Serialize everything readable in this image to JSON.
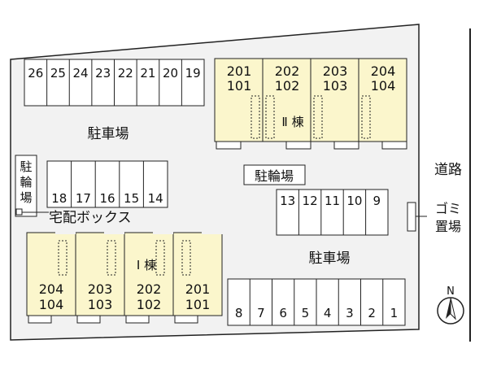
{
  "colors": {
    "lot": "#f2f2f2",
    "building": "#fbf6cc",
    "outline": "#222222",
    "white": "#ffffff"
  },
  "parking_north": [
    "26",
    "25",
    "24",
    "23",
    "22",
    "21",
    "20",
    "19"
  ],
  "parking_mid": [
    "18",
    "17",
    "16",
    "15",
    "14"
  ],
  "parking_right": [
    "13",
    "12",
    "11",
    "10",
    "9"
  ],
  "parking_south": [
    "8",
    "7",
    "6",
    "5",
    "4",
    "3",
    "2",
    "1"
  ],
  "building_2": {
    "label": "Ⅱ 棟",
    "units": [
      {
        "upper": "201",
        "lower": "101"
      },
      {
        "upper": "202",
        "lower": "102"
      },
      {
        "upper": "203",
        "lower": "103"
      },
      {
        "upper": "204",
        "lower": "104"
      }
    ]
  },
  "building_1": {
    "label": "Ⅰ 棟",
    "units": [
      {
        "upper": "204",
        "lower": "104"
      },
      {
        "upper": "203",
        "lower": "103"
      },
      {
        "upper": "202",
        "lower": "102"
      },
      {
        "upper": "201",
        "lower": "101"
      }
    ]
  },
  "labels": {
    "parking_lot": "駐車場",
    "bicycle_left": [
      "駐",
      "輪",
      "場"
    ],
    "bicycle_center": "駐輪場",
    "delivery_box": "宅配ボックス",
    "garbage": [
      "ゴミ",
      "置場"
    ],
    "road": "道路",
    "north": "N"
  }
}
